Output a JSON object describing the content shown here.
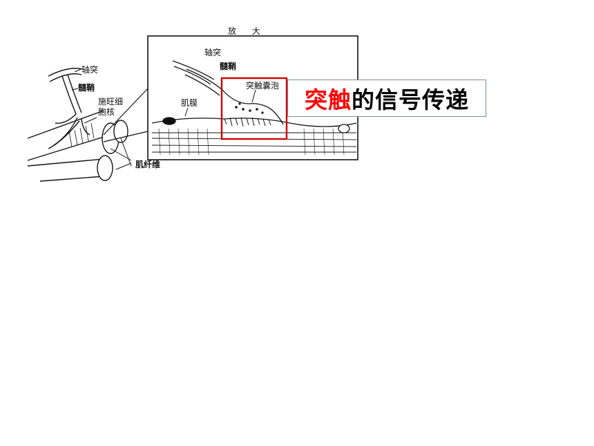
{
  "diagram": {
    "labels": {
      "magnify": "放      大",
      "axon_left": "轴突",
      "myelin_left": "髓鞘",
      "schwann_nucleus_line1": "施旺细",
      "schwann_nucleus_line2": "胞核",
      "muscle_fiber": "肌纤维",
      "axon_inset": "轴突",
      "myelin_inset": "髓鞘",
      "vesicles_inset": "突触囊泡",
      "membrane_inset": "肌膜"
    },
    "highlight_color": "#d40000"
  },
  "title": {
    "red_part": "突触",
    "black_part": "的信号传递",
    "red_color": "#ff0000"
  }
}
